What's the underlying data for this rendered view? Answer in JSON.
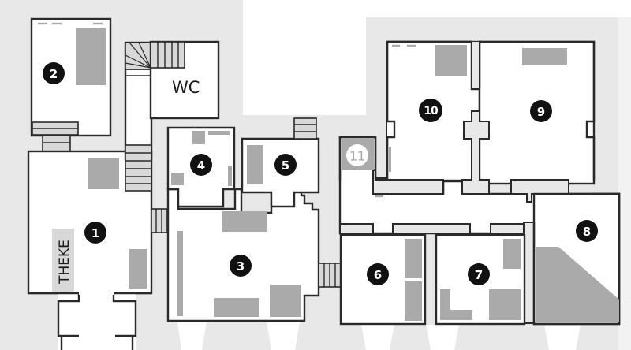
{
  "plan": {
    "type": "floor plan",
    "colors": {
      "background": "#e8e8e8",
      "room_fill": "#ffffff",
      "wall": "#2a2a2a",
      "furniture": "#a9aaa9",
      "badge": "#111111"
    },
    "labels": {
      "wc": "WC",
      "theke": "THEKE"
    },
    "rooms": [
      {
        "id": "1",
        "number": "1"
      },
      {
        "id": "2",
        "number": "2"
      },
      {
        "id": "3",
        "number": "3"
      },
      {
        "id": "4",
        "number": "4"
      },
      {
        "id": "5",
        "number": "5"
      },
      {
        "id": "6",
        "number": "6"
      },
      {
        "id": "7",
        "number": "7"
      },
      {
        "id": "8",
        "number": "8"
      },
      {
        "id": "9",
        "number": "9"
      },
      {
        "id": "10",
        "number": "10"
      },
      {
        "id": "11",
        "number": "11"
      }
    ]
  }
}
